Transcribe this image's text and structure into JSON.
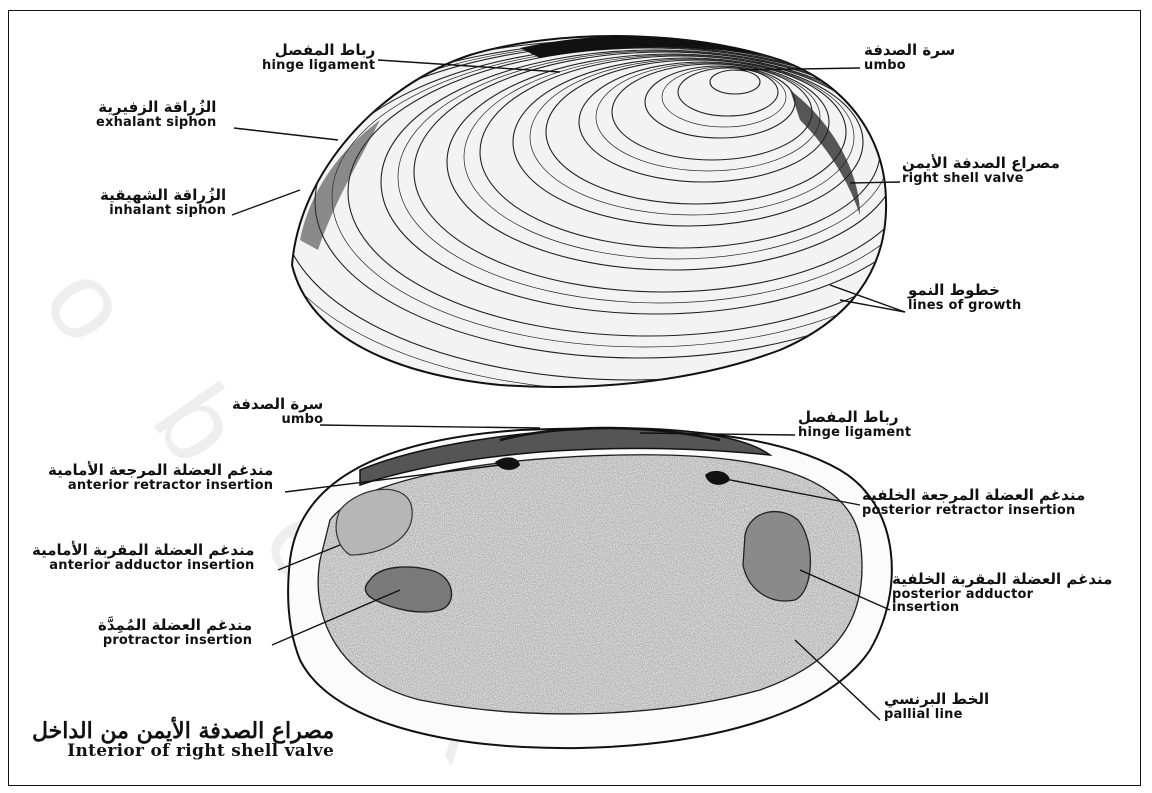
{
  "figure": {
    "labels": {
      "hinge_top": {
        "ar": "رباط المفصل",
        "en": "hinge ligament"
      },
      "umbo_top": {
        "ar": "سرة الصدفة",
        "en": "umbo"
      },
      "exhalant": {
        "ar": "الزُراقة الزفيرية",
        "en": "exhalant siphon"
      },
      "inhalant": {
        "ar": "الزُراقة الشهيقية",
        "en": "inhalant siphon"
      },
      "right_valve": {
        "ar": "مصراع الصدفة الأيمن",
        "en": "right shell valve"
      },
      "growth": {
        "ar": "خطوط النمو",
        "en": "lines of growth"
      },
      "umbo_bottom": {
        "ar": "سرة الصدفة",
        "en": "umbo"
      },
      "hinge_bottom": {
        "ar": "رباط المفصل",
        "en": "hinge ligament"
      },
      "ant_retractor": {
        "ar": "مندغم العضلة المرجعة الأمامية",
        "en": "anterior retractor insertion"
      },
      "post_retractor": {
        "ar": "مندغم العضلة المرجعة الخلفية",
        "en": "posterior retractor insertion"
      },
      "ant_adductor": {
        "ar": "مندغم العضلة المقربة الأمامية",
        "en": "anterior adductor insertion"
      },
      "post_adductor": {
        "ar": "مندغم العضلة المقربة الخلفية",
        "en": "posterior adductor",
        "en2": "insertion"
      },
      "protractor": {
        "ar": "مندغم العضلة المُمِدَّة",
        "en": "protractor insertion"
      },
      "pallial": {
        "ar": "الخط البرنسي",
        "en": "pallial line"
      }
    },
    "caption": {
      "ar": "مصراع الصدفة الأيمن من الداخل",
      "en": "Interior of right shell valve"
    },
    "watermark": "o b e i k a"
  }
}
